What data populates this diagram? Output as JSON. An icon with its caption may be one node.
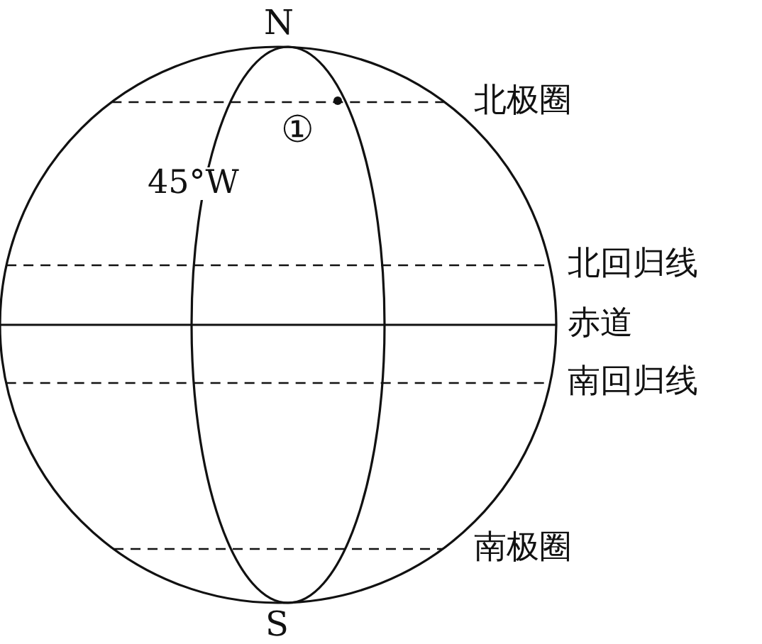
{
  "diagram": {
    "labels": [
      "N",
      "北极圈",
      "①",
      "45°W",
      "北回归线",
      "赤道",
      "南回归线",
      "南极圈",
      "S"
    ]
  }
}
